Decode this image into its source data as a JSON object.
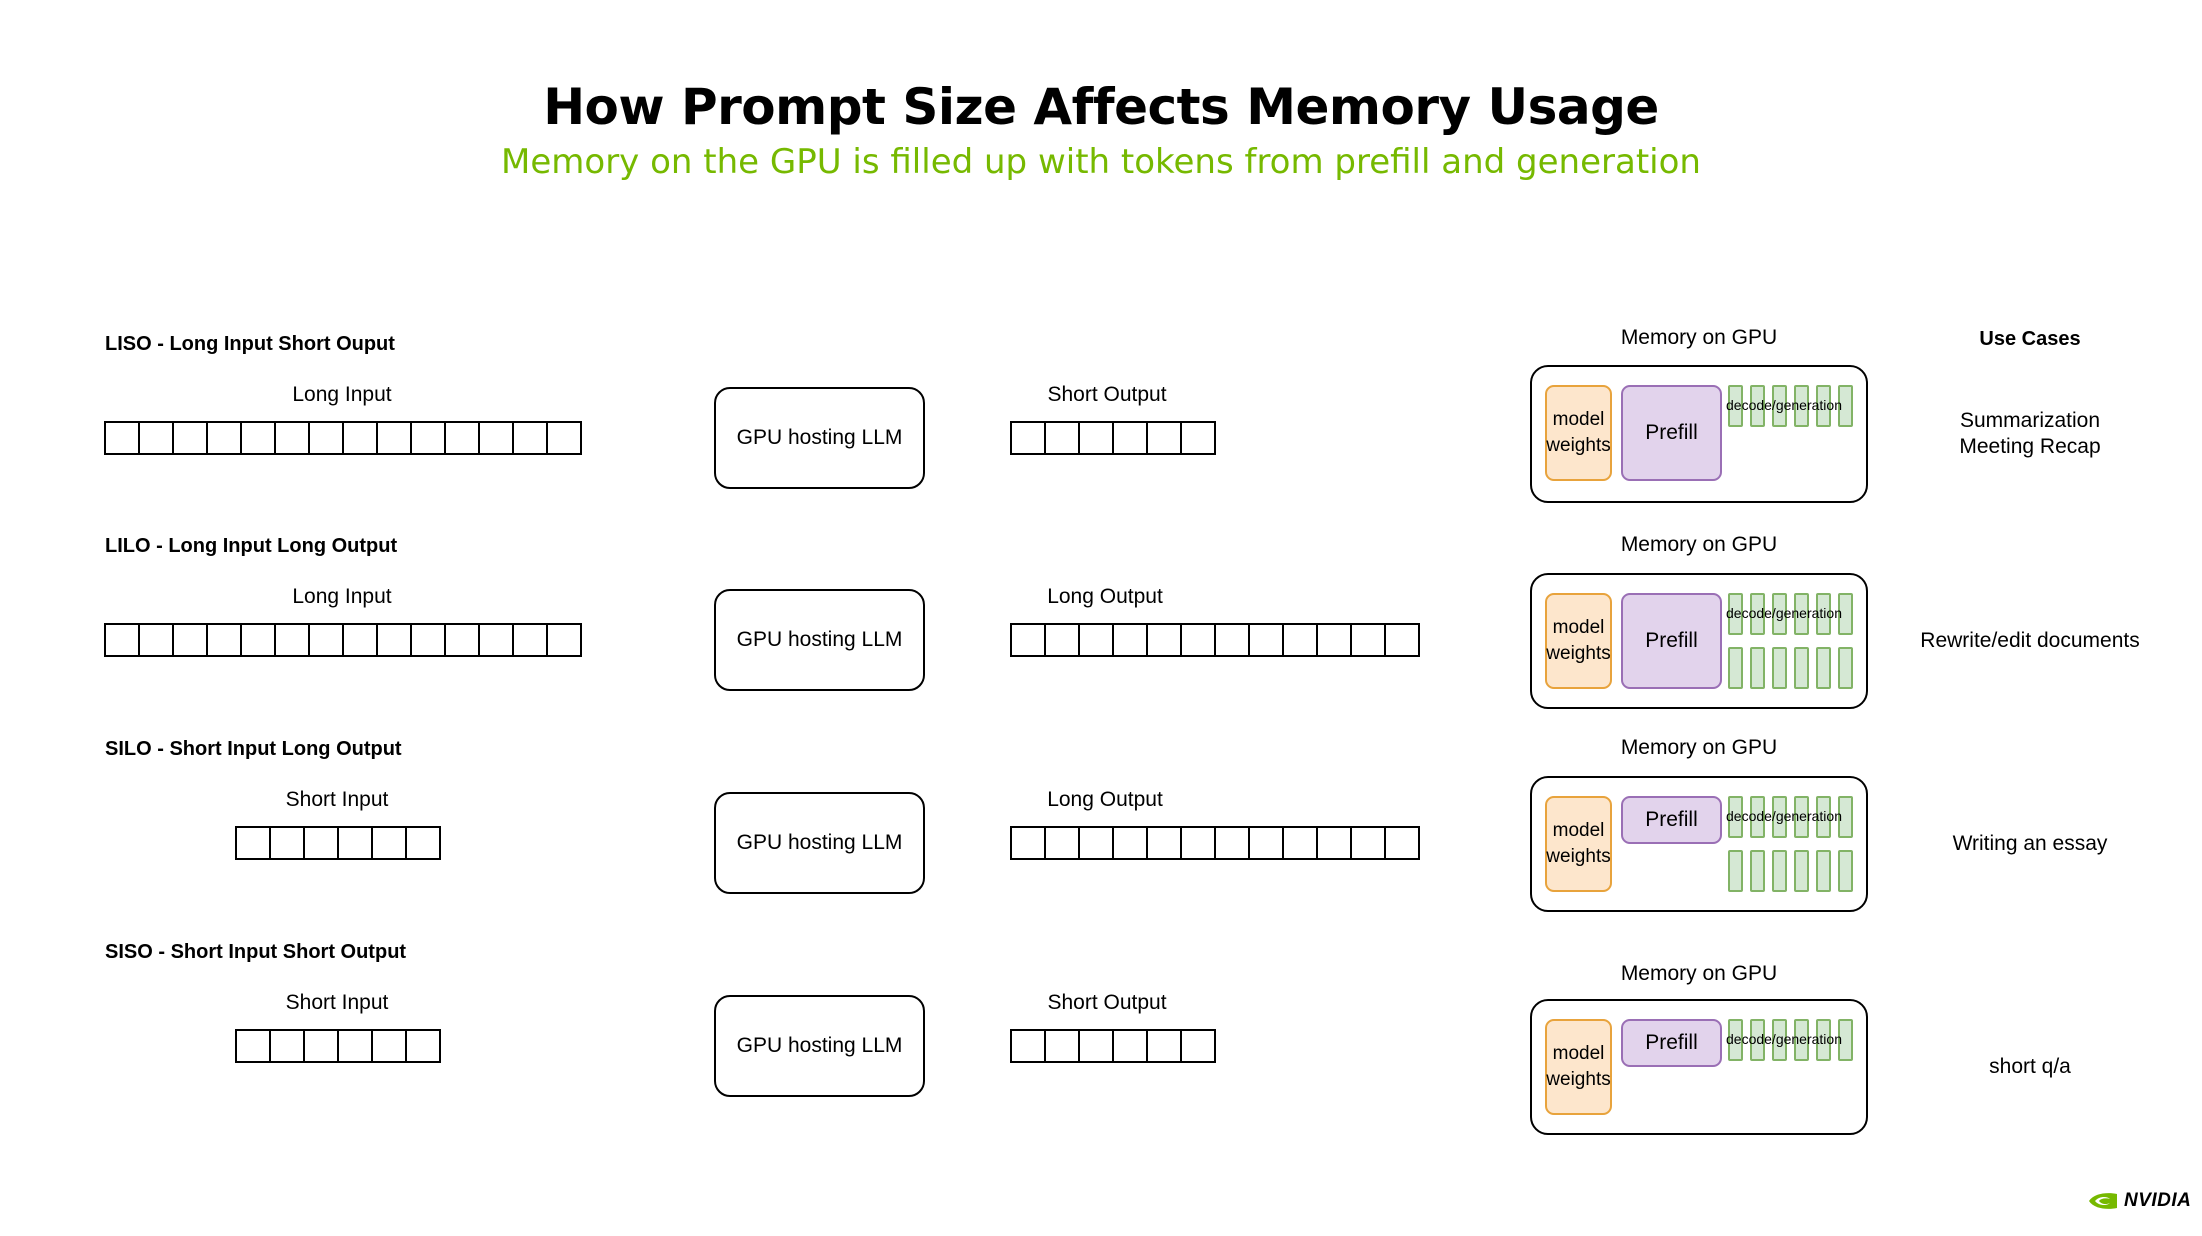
{
  "title": "How Prompt Size Affects Memory Usage",
  "subtitle": "Memory on the GPU is filled up with tokens from prefill and generation",
  "colors": {
    "subtitle": "#76b900",
    "weights_fill": "#fde6cc",
    "weights_stroke": "#e8a33c",
    "prefill_fill": "#e2d3ec",
    "prefill_stroke": "#9a6fb5",
    "token_fill": "#d5e8d4",
    "token_stroke": "#82b366",
    "brand": "#76b900"
  },
  "use_cases_header": "Use Cases",
  "rows": [
    {
      "title": "LISO - Long Input Short Ouput",
      "input_label": "Long Input",
      "input_cells": 14,
      "gpu_label": "GPU hosting LLM",
      "output_label": "Short Output",
      "output_cells": 6,
      "memory_label": "Memory on GPU",
      "weights_label": "model\nweights",
      "prefill_label": "Prefill",
      "decode_label": "decode/generation",
      "decode_token_rows": 1,
      "use_cases": [
        "Summarization",
        "Meeting Recap"
      ]
    },
    {
      "title": "LILO - Long Input Long Output",
      "input_label": "Long Input",
      "input_cells": 14,
      "gpu_label": "GPU hosting LLM",
      "output_label": "Long Output",
      "output_cells": 12,
      "memory_label": "Memory on GPU",
      "weights_label": "model\nweights",
      "prefill_label": "Prefill",
      "decode_label": "decode/generation",
      "decode_token_rows": 2,
      "use_cases": [
        "Rewrite/edit documents"
      ]
    },
    {
      "title": "SILO - Short Input Long Output",
      "input_label": "Short Input",
      "input_cells": 6,
      "gpu_label": "GPU hosting LLM",
      "output_label": "Long Output",
      "output_cells": 12,
      "memory_label": "Memory on GPU",
      "weights_label": "model\nweights",
      "prefill_label": "Prefill",
      "decode_label": "decode/generation",
      "decode_token_rows": 2,
      "use_cases": [
        "Writing an essay"
      ]
    },
    {
      "title": "SISO - Short Input Short Output",
      "input_label": "Short Input",
      "input_cells": 6,
      "gpu_label": "GPU hosting LLM",
      "output_label": "Short Output",
      "output_cells": 6,
      "memory_label": "Memory on GPU",
      "weights_label": "model\nweights",
      "prefill_label": "Prefill",
      "decode_label": "decode/generation",
      "decode_token_rows": 1,
      "use_cases": [
        "short q/a"
      ]
    }
  ],
  "logo": {
    "text": "NVIDIA",
    "icon": "nvidia-eye-icon"
  }
}
